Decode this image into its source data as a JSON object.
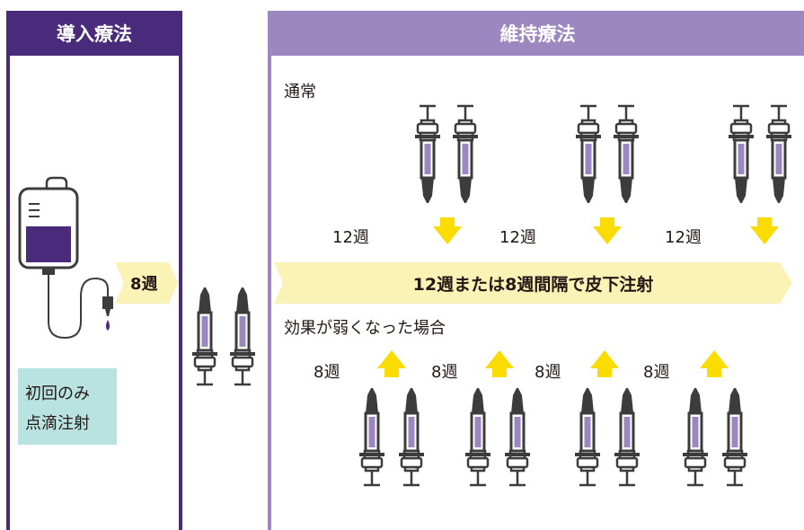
{
  "induction": {
    "header": "導入療法",
    "interval_label": "8週",
    "note_line1": "初回のみ",
    "note_line2": "点滴注射"
  },
  "maintenance": {
    "header": "維持療法",
    "normal_label": "通常",
    "normal_interval": "12週",
    "band_text": "12週または8週間隔で皮下注射",
    "reduced_label": "効果が弱くなった場合",
    "reduced_interval": "8週"
  },
  "colors": {
    "induction_header": "#4a2a7a",
    "maintenance_header": "#9d87c0",
    "band": "#fbf2b6",
    "arrow": "#fadc00",
    "syringe_fill": "#9d87c0",
    "syringe_body": "#3c3c3c",
    "note_box": "#b9e3e0",
    "drip_fill": "#4a2a7a"
  },
  "icons": [
    "iv-drip-bag-icon",
    "syringe-icon",
    "down-arrow-icon",
    "up-arrow-icon"
  ]
}
